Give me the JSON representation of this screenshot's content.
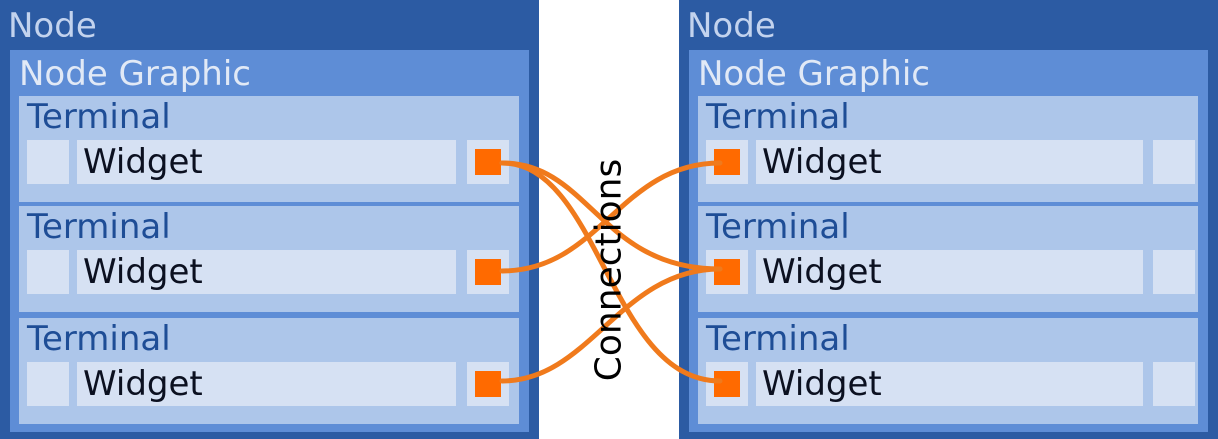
{
  "colors": {
    "node": "#2c5ba3",
    "node_graphic": "#5e8dd6",
    "terminal": "#adc6ea",
    "widget": "#d6e1f3",
    "port": "#ff6a00",
    "connection": "#f07a1c"
  },
  "connections_label": "Connections",
  "nodes": [
    {
      "title": "Node",
      "graphic_title": "Node Graphic",
      "terminals": [
        {
          "label": "Terminal",
          "widget": "Widget"
        },
        {
          "label": "Terminal",
          "widget": "Widget"
        },
        {
          "label": "Terminal",
          "widget": "Widget"
        }
      ]
    },
    {
      "title": "Node",
      "graphic_title": "Node Graphic",
      "terminals": [
        {
          "label": "Terminal",
          "widget": "Widget"
        },
        {
          "label": "Terminal",
          "widget": "Widget"
        },
        {
          "label": "Terminal",
          "widget": "Widget"
        }
      ]
    }
  ]
}
